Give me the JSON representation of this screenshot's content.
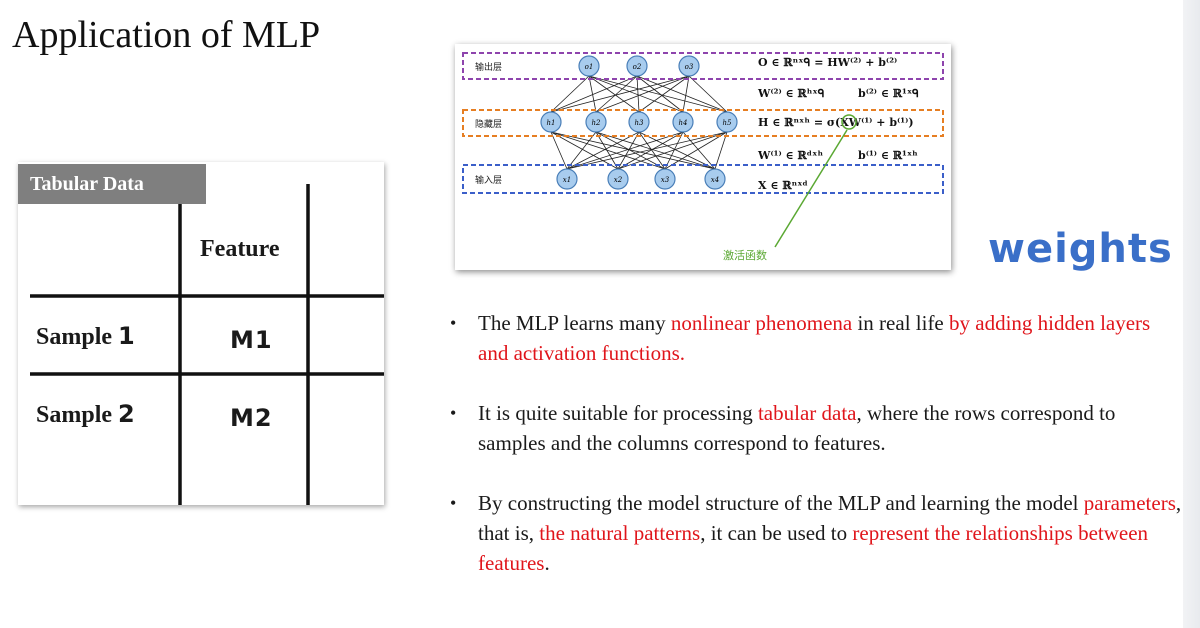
{
  "slide": {
    "title": "Application of MLP",
    "weights_label": "weights"
  },
  "table": {
    "header": "Tabular Data",
    "column_header": "Feature",
    "rows": [
      {
        "sample_word": "Sample",
        "sample_num": "1",
        "value": "M1"
      },
      {
        "sample_word": "Sample",
        "sample_num": "2",
        "value": "M2"
      }
    ]
  },
  "mlp": {
    "layer_labels": {
      "output": "输出层",
      "hidden": "隐藏层",
      "input": "输入层"
    },
    "activation_label": "激活函数",
    "output_nodes": [
      "o1",
      "o2",
      "o3"
    ],
    "hidden_nodes": [
      "h1",
      "h2",
      "h3",
      "h4",
      "h5"
    ],
    "input_nodes": [
      "x1",
      "x2",
      "x3",
      "x4"
    ],
    "formulas": {
      "output": "O ∈ ℝⁿˣᑫ = HW⁽²⁾ + b⁽²⁾",
      "w2": "W⁽²⁾ ∈ ℝʰˣᑫ",
      "b2": "b⁽²⁾ ∈ ℝ¹ˣᑫ",
      "hidden": "H ∈ ℝⁿˣʰ = σ(XW⁽¹⁾ + b⁽¹⁾)",
      "w1": "W⁽¹⁾ ∈ ℝᵈˣʰ",
      "b1": "b⁽¹⁾ ∈ ℝ¹ˣʰ",
      "input": "X ∈ ℝⁿˣᵈ"
    },
    "colors": {
      "output": "#8e44ad",
      "hidden": "#e67e22",
      "input": "#3b5fc9",
      "activation": "#5aa832",
      "node_fill": "#a8ccee",
      "node_stroke": "#4a7fb8"
    }
  },
  "bullets": [
    {
      "parts": [
        {
          "text": "The MLP learns many ",
          "red": false
        },
        {
          "text": "nonlinear phenomena",
          "red": true
        },
        {
          "text": " in real life ",
          "red": false
        },
        {
          "text": "by adding hidden layers and activation functions.",
          "red": true
        }
      ]
    },
    {
      "parts": [
        {
          "text": "It is quite suitable for processing ",
          "red": false
        },
        {
          "text": "tabular data",
          "red": true
        },
        {
          "text": ", where the rows correspond to samples and the columns correspond to features.",
          "red": false
        }
      ]
    },
    {
      "parts": [
        {
          "text": "By constructing the model structure of the MLP and learning the model ",
          "red": false
        },
        {
          "text": "parameters",
          "red": true
        },
        {
          "text": ", that is, ",
          "red": false
        },
        {
          "text": "the natural patterns",
          "red": true
        },
        {
          "text": ", it can be used to ",
          "red": false
        },
        {
          "text": "represent the relationships between features",
          "red": true
        },
        {
          "text": ".",
          "red": false
        }
      ]
    }
  ]
}
